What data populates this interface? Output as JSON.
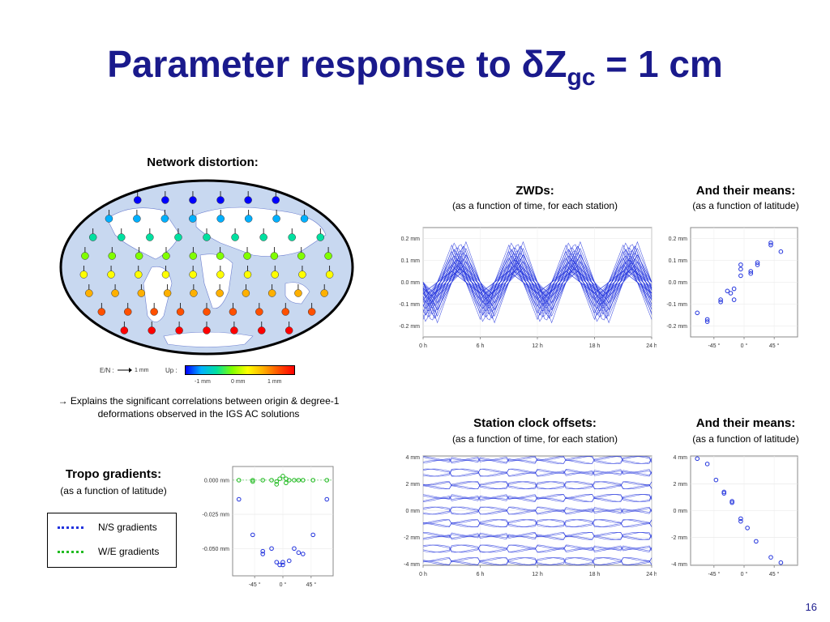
{
  "title": {
    "main": "Parameter response to δZ",
    "sub": "gc",
    "tail": " = 1 cm"
  },
  "page_number": "16",
  "network": {
    "label": "Network distortion:",
    "legend_en": "E/N :",
    "legend_en_scale": "1 mm",
    "legend_up": "Up :",
    "color_ticks": [
      "-1 mm",
      "0 mm",
      "1 mm"
    ],
    "note": "→ Explains the significant correlations between origin & degree-1 deformations observed in the IGS AC solutions",
    "colors": [
      "#0000ff",
      "#00b0ff",
      "#00e0a0",
      "#80ff00",
      "#ffff00",
      "#ffb000",
      "#ff5000",
      "#ff0000"
    ]
  },
  "zwd": {
    "label": "ZWDs:",
    "sub": "(as a function of time, for each station)"
  },
  "zwd_means": {
    "label": "And their means:",
    "sub": "(as a function of latitude)"
  },
  "clock": {
    "label": "Station clock offsets:",
    "sub": "(as a function of time, for each station)"
  },
  "clock_means": {
    "label": "And their means:",
    "sub": "(as a function of latitude)"
  },
  "tropo": {
    "label": "Tropo gradients:",
    "sub": "(as a function of latitude)"
  },
  "legend": {
    "ns": "N/S gradients",
    "we": "W/E gradients"
  },
  "colors": {
    "title": "#1a1a8c",
    "series_blue": "#2233dd",
    "series_green": "#22bb22"
  },
  "chart_data": [
    {
      "type": "line",
      "name_key": "zwd",
      "x_ticks": [
        "0 h",
        "6 h",
        "12 h",
        "18 h",
        "24 h"
      ],
      "y_ticks": [
        "0.2 mm",
        "0.1 mm",
        "0.0 mm",
        "-0.1 mm",
        "-0.2 mm"
      ],
      "xlim": [
        0,
        24
      ],
      "ylim": [
        -0.25,
        0.25
      ]
    },
    {
      "type": "scatter",
      "name_key": "zwd_means",
      "x_ticks": [
        "-45 °",
        "0 °",
        "45 °"
      ],
      "y_ticks": [
        "0.2 mm",
        "0.1 mm",
        "0.0 mm",
        "-0.1 mm",
        "-0.2 mm"
      ],
      "xlim": [
        -80,
        80
      ],
      "ylim": [
        -0.25,
        0.25
      ],
      "points": [
        [
          -70,
          -0.14
        ],
        [
          -55,
          -0.17
        ],
        [
          -55,
          -0.18
        ],
        [
          -35,
          -0.09
        ],
        [
          -35,
          -0.08
        ],
        [
          -25,
          -0.04
        ],
        [
          -20,
          -0.05
        ],
        [
          -15,
          -0.03
        ],
        [
          -15,
          -0.08
        ],
        [
          -5,
          0.03
        ],
        [
          -5,
          0.06
        ],
        [
          -5,
          0.08
        ],
        [
          10,
          0.04
        ],
        [
          10,
          0.05
        ],
        [
          20,
          0.09
        ],
        [
          20,
          0.08
        ],
        [
          40,
          0.18
        ],
        [
          40,
          0.17
        ],
        [
          55,
          0.14
        ]
      ]
    },
    {
      "type": "line",
      "name_key": "clock",
      "x_ticks": [
        "0 h",
        "6 h",
        "12 h",
        "18 h",
        "24 h"
      ],
      "y_ticks": [
        "4 mm",
        "2 mm",
        "0 mm",
        "-2 mm",
        "-4 mm"
      ],
      "xlim": [
        0,
        24
      ],
      "ylim": [
        -4.1,
        4.1
      ]
    },
    {
      "type": "scatter",
      "name_key": "clock_means",
      "x_ticks": [
        "-45 °",
        "0 °",
        "45 °"
      ],
      "y_ticks": [
        "4 mm",
        "2 mm",
        "0 mm",
        "-2 mm",
        "-4 mm"
      ],
      "xlim": [
        -80,
        80
      ],
      "ylim": [
        -4.1,
        4.1
      ],
      "points": [
        [
          -70,
          3.9
        ],
        [
          -55,
          3.5
        ],
        [
          -42,
          2.3
        ],
        [
          -30,
          1.4
        ],
        [
          -30,
          1.3
        ],
        [
          -18,
          0.7
        ],
        [
          -18,
          0.6
        ],
        [
          -5,
          -0.6
        ],
        [
          -5,
          -0.8
        ],
        [
          5,
          -1.3
        ],
        [
          18,
          -2.3
        ],
        [
          40,
          -3.5
        ],
        [
          55,
          -3.9
        ]
      ]
    },
    {
      "type": "scatter",
      "name_key": "tropo",
      "x_ticks": [
        "-45 °",
        "0 °",
        "45 °"
      ],
      "y_ticks": [
        "0.000 mm",
        "-0.025 mm",
        "-0.050 mm"
      ],
      "xlim": [
        -80,
        80
      ],
      "ylim": [
        -0.07,
        0.01
      ],
      "series": [
        {
          "key": "ns",
          "points": [
            [
              -70,
              -0.014
            ],
            [
              -48,
              -0.04
            ],
            [
              -32,
              -0.054
            ],
            [
              -32,
              -0.052
            ],
            [
              -18,
              -0.05
            ],
            [
              -10,
              -0.06
            ],
            [
              -5,
              -0.062
            ],
            [
              0,
              -0.062
            ],
            [
              0,
              -0.06
            ],
            [
              10,
              -0.059
            ],
            [
              18,
              -0.05
            ],
            [
              25,
              -0.053
            ],
            [
              32,
              -0.054
            ],
            [
              48,
              -0.04
            ],
            [
              70,
              -0.014
            ]
          ]
        },
        {
          "key": "we",
          "points": [
            [
              -70,
              0
            ],
            [
              -48,
              0
            ],
            [
              -48,
              -0.001
            ],
            [
              -32,
              0
            ],
            [
              -18,
              0
            ],
            [
              -10,
              -0.001
            ],
            [
              -10,
              -0.003
            ],
            [
              -5,
              0.001
            ],
            [
              0,
              0.003
            ],
            [
              5,
              0.001
            ],
            [
              5,
              -0.002
            ],
            [
              10,
              0
            ],
            [
              18,
              0
            ],
            [
              25,
              0
            ],
            [
              32,
              0
            ],
            [
              48,
              0
            ],
            [
              70,
              0
            ]
          ]
        }
      ]
    }
  ]
}
